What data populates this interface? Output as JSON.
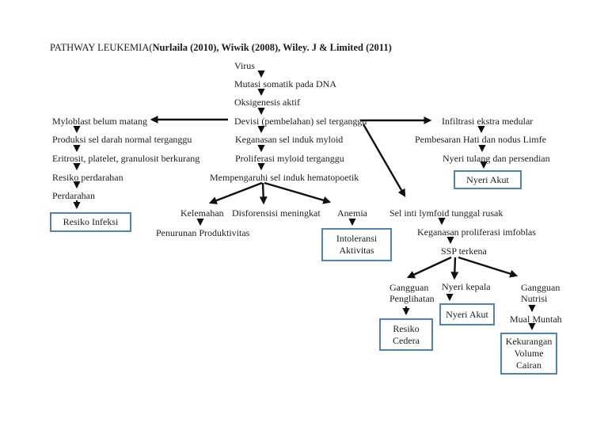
{
  "document": {
    "title_normal": "PATHWAY LEUKEMIA(",
    "title_bold": "Nurlaila (2010), Wiwik (2008), Wiley. J & Limited (2011)"
  },
  "colors": {
    "box_border": "#4f81bd",
    "arrow": "#111111",
    "text": "#1c1c1c"
  },
  "nodes": {
    "virus": "Virus",
    "mutasi": "Mutasi somatik pada DNA",
    "oksigenesis": "Oksigenesis aktif",
    "devisi": "Devisi (pembelahan) sel terganggu",
    "keganasan_myloid": "Keganasan sel induk myloid",
    "proliferasi": "Proliferasi myloid terganggu",
    "mempengaruhi": "Mempengaruhi sel induk hematopoetik",
    "myloblast": "Myloblast belum matang",
    "produksi": "Produksi sel darah normal terganggu",
    "eritrosit": "Eritrosit, platelet, granulosit berkurang",
    "resiko_perdarahan": "Resiko perdarahan",
    "perdarahan": "Perdarahan",
    "resiko_infeksi": "Resiko Infeksi",
    "kelemahan": "Kelemahan",
    "disforensisi": "Disforensisi meningkat",
    "anemia": "Anemia",
    "penurunan": "Penurunan Produktivitas",
    "intoleransi": "Intoleransi Aktivitas",
    "infiltrasi": "Infiltrasi ekstra medular",
    "pembesaran": "Pembesaran Hati dan nodus Limfe",
    "nyeri_tulang": "Nyeri tulang dan persendian",
    "nyeri_akut_1": "Nyeri Akut",
    "sel_inti": "Sel inti lymfoid tunggal rusak",
    "keganasan_imfoblas": "Keganasan proliferasi imfoblas",
    "ssp": "SSP terkena",
    "gangguan_penglihatan": "Gangguan Penglihatan",
    "nyeri_kepala": "Nyeri kepala",
    "gangguan_nutrisi": "Gangguan Nutrisi",
    "resiko_cedera": "Resiko Cedera",
    "nyeri_akut_2": "Nyeri Akut",
    "mual_muntah": "Mual Muntah",
    "kekurangan_volume": "Kekurangan Volume Cairan"
  }
}
